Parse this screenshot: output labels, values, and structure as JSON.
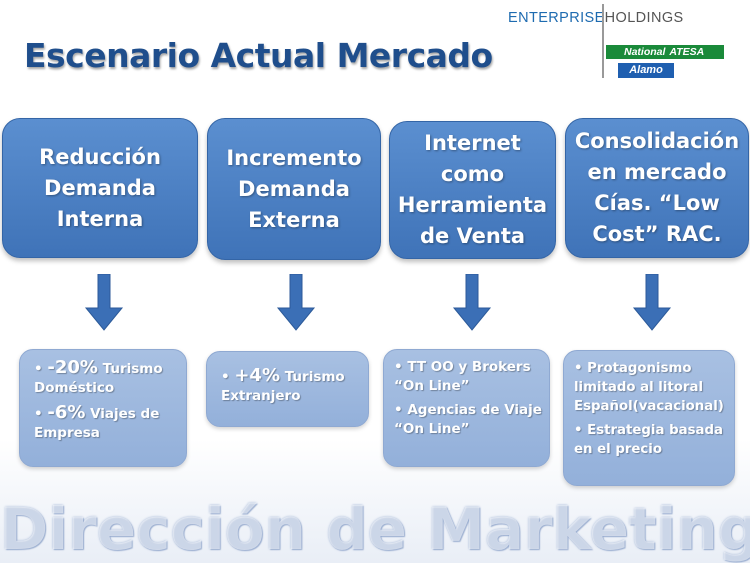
{
  "slide": {
    "title": "Escenario Actual Mercado",
    "watermark": "Dirección de Marketing y Ventas"
  },
  "logo": {
    "enterprise": "ENTERPRISE",
    "holdings": "HOLDINGS",
    "national": "National",
    "atesa": "ATESA",
    "alamo": "Alamo"
  },
  "top_boxes": [
    {
      "text": "Reducción\nDemanda\nInterna"
    },
    {
      "text": "Incremento\nDemanda\nExterna"
    },
    {
      "text": "Internet\ncomo\nHerramienta\nde Venta"
    },
    {
      "text": "Consolidación\nen mercado\nCías. “Low\nCost”  RAC."
    }
  ],
  "bottom_boxes": [
    {
      "bullets": [
        {
          "prefix": "• ",
          "big": "-20%",
          "rest": " Turismo Doméstico"
        },
        {
          "prefix": "• ",
          "big": "-6%",
          "rest": " Viajes de Empresa"
        }
      ]
    },
    {
      "bullets": [
        {
          "prefix": "• ",
          "big": "+4%",
          "rest": " Turismo Extranjero"
        }
      ]
    },
    {
      "bullets": [
        {
          "prefix": "• ",
          "big": "",
          "rest": "TT OO y Brokers “On Line”"
        },
        {
          "prefix": "• ",
          "big": "",
          "rest": "Agencias de Viaje “On Line”"
        }
      ]
    },
    {
      "bullets": [
        {
          "prefix": "• ",
          "big": "",
          "rest": "Protagonismo limitado al litoral Español(vacacional)"
        },
        {
          "prefix": "• ",
          "big": "",
          "rest": "Estrategia basada en el precio"
        }
      ]
    }
  ],
  "colors": {
    "title": "#1f4e8c",
    "top_box": "#4a7fc4",
    "bottom_box": "#a3bce0",
    "arrow": "#3b6fb6"
  }
}
